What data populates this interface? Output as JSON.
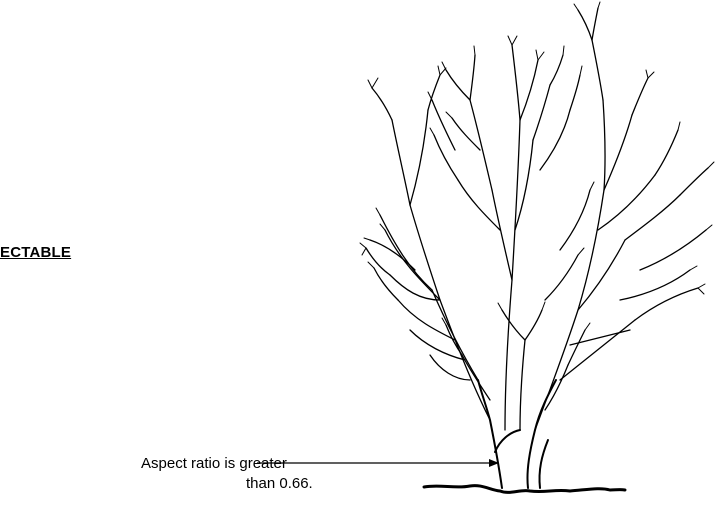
{
  "heading": "ECTABLE",
  "callout": {
    "line1": "Aspect ratio is greater",
    "line2": "than 0.66."
  },
  "colors": {
    "ink": "#000000",
    "background": "#ffffff"
  }
}
